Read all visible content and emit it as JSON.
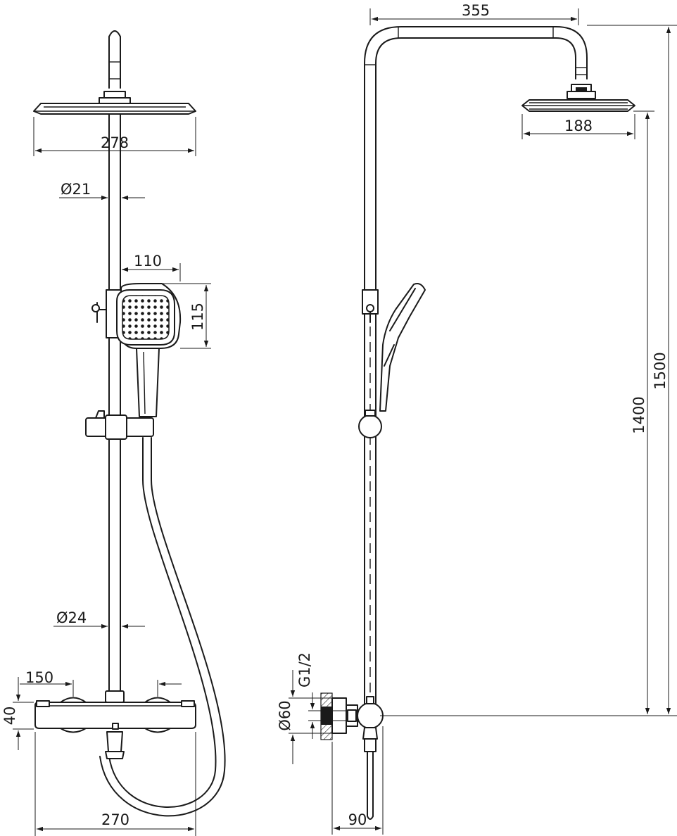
{
  "front_view": {
    "head_width": "278",
    "rail_diameter": "Ø21",
    "hand_shower_width": "110",
    "hand_shower_height": "115",
    "lower_pipe_diameter": "Ø24",
    "valve_centers": "150",
    "valve_height": "40",
    "overall_width": "270"
  },
  "side_view": {
    "arm_reach": "355",
    "head_depth": "188",
    "rail_height": "1400",
    "overall_height": "1500",
    "connection_thread": "G1/2",
    "flange_diameter": "Ø60",
    "wall_offset": "90"
  }
}
